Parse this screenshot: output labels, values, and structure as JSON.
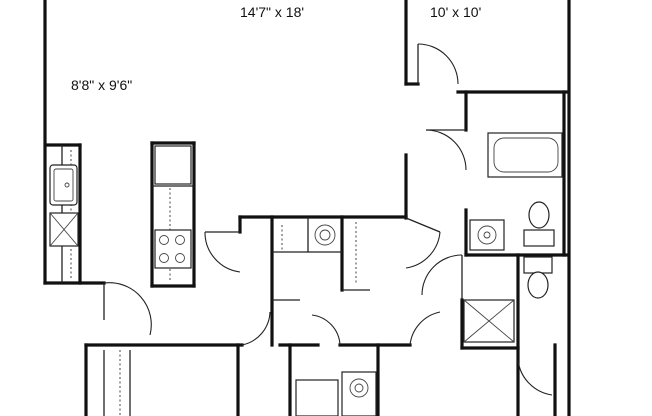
{
  "rooms": {
    "living_dims": "14'7\" x 18'",
    "bedroom_dims": "10' x 10'",
    "dining_dims": "8'8\" x 9'6\""
  }
}
